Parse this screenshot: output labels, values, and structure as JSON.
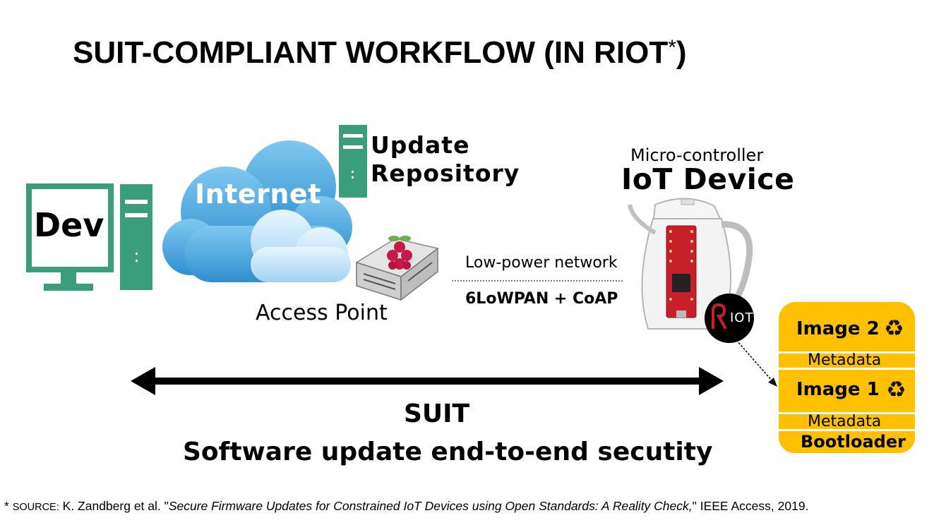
{
  "title": {
    "text": "SUIT-COMPLIANT WORKFLOW (IN RIOT",
    "star": "*",
    "close": ")"
  },
  "dev": {
    "label": "Dev"
  },
  "internet": {
    "label": "Internet"
  },
  "repository": {
    "line1": "Update",
    "line2": "Repository"
  },
  "access_point": {
    "label": "Access Point"
  },
  "network": {
    "label": "Low-power network",
    "protocol": "6LoWPAN + CoAP"
  },
  "device": {
    "subtitle": "Micro-controller",
    "title": "IoT Device",
    "os_badge": "IOT"
  },
  "flash": {
    "image2": "Image 2",
    "metadata2": "Metadata",
    "image1": "Image 1",
    "metadata1": "Metadata",
    "bootloader": "Bootloader",
    "recycle_icon": "♻"
  },
  "suit": {
    "label": "SUIT",
    "description": "Software update end-to-end secutity"
  },
  "source": {
    "star": "*",
    "prefix": "SOURCE:",
    "authors": "K. Zandberg et al. \"",
    "paper": "Secure Firmware Updates for Constrained IoT Devices using Open Standards: A Reality Check,",
    "venue": "\" IEEE Access, 2019."
  },
  "colors": {
    "dev_green": "#3a9e7c",
    "cloud_blue": "#4aa9e0",
    "flash_yellow": "#ffc000",
    "board_red": "#c8202a"
  }
}
